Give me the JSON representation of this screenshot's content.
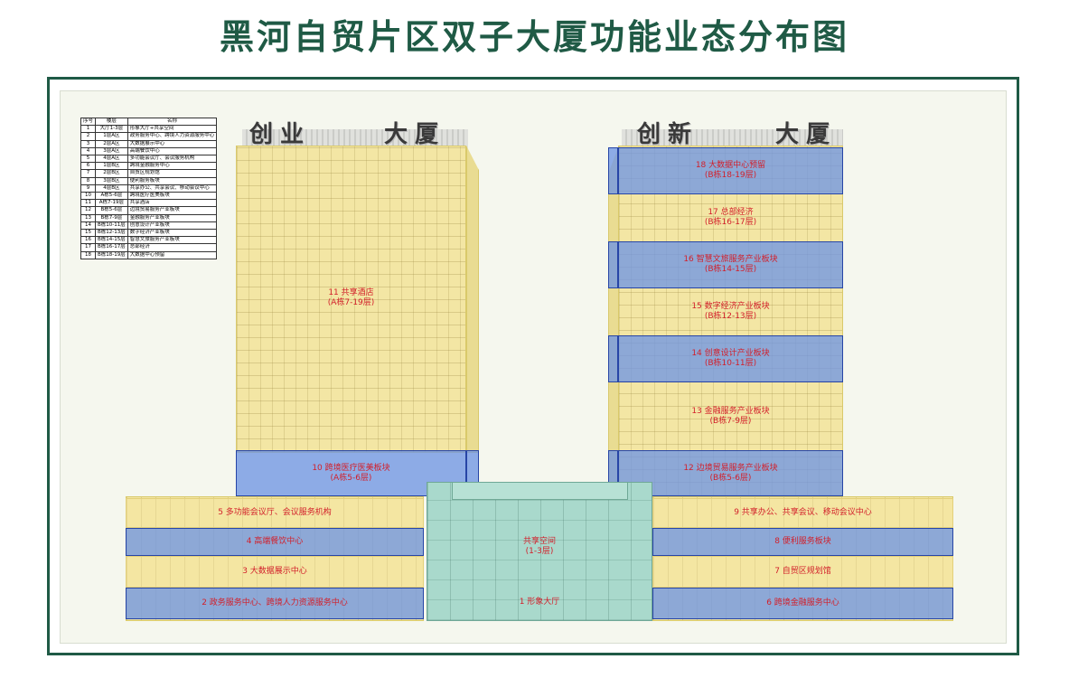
{
  "title": "黑河自贸片区双子大厦功能业态分布图",
  "signs": {
    "a_left": "创业",
    "a_right": "大厦",
    "b_left": "创新",
    "b_right": "大厦"
  },
  "legend": {
    "headers": [
      "序号",
      "楼层",
      "名称"
    ],
    "rows": [
      [
        "1",
        "大厅1-3层",
        "形象大厅+共享空间"
      ],
      [
        "2",
        "1层A区",
        "政务服务中心、跨境人力资源服务中心"
      ],
      [
        "3",
        "2层A区",
        "大数据展示中心"
      ],
      [
        "4",
        "3层A区",
        "高端餐饮中心"
      ],
      [
        "5",
        "4层A区",
        "多功能会议厅、会议服务机构"
      ],
      [
        "6",
        "1层B区",
        "跨境金融服务中心"
      ],
      [
        "7",
        "2层B区",
        "自贸区规划馆"
      ],
      [
        "8",
        "3层B区",
        "便利服务板块"
      ],
      [
        "9",
        "4层B区",
        "共享办公、共享会议、移动会议中心"
      ],
      [
        "10",
        "A栋5-6层",
        "跨境医疗医美板块"
      ],
      [
        "11",
        "A栋7-19层",
        "共享酒店"
      ],
      [
        "12",
        "B栋5-6层",
        "边境贸易服务产业板块"
      ],
      [
        "13",
        "B栋7-9层",
        "金融服务产业板块"
      ],
      [
        "14",
        "B栋10-11层",
        "创意设计产业板块"
      ],
      [
        "15",
        "B栋12-13层",
        "数字经济产业板块"
      ],
      [
        "16",
        "B栋14-15层",
        "智慧文旅服务产业板块"
      ],
      [
        "17",
        "B栋16-17层",
        "总部经济"
      ],
      [
        "18",
        "B栋18-19层",
        "大数据中心预留"
      ]
    ]
  },
  "labels": {
    "a11": {
      "l1": "11 共享酒店",
      "l2": "(A栋7-19层)"
    },
    "a10": {
      "l1": "10 跨境医疗医美板块",
      "l2": "(A栋5-6层)"
    },
    "b18": {
      "l1": "18 大数据中心预留",
      "l2": "(B栋18-19层)"
    },
    "b17": {
      "l1": "17 总部经济",
      "l2": "(B栋16-17层)"
    },
    "b16": {
      "l1": "16 智慧文旅服务产业板块",
      "l2": "(B栋14-15层)"
    },
    "b15": {
      "l1": "15 数字经济产业板块",
      "l2": "(B栋12-13层)"
    },
    "b14": {
      "l1": "14 创意设计产业板块",
      "l2": "(B栋10-11层)"
    },
    "b13": {
      "l1": "13 金融服务产业板块",
      "l2": "(B栋7-9层)"
    },
    "b12": {
      "l1": "12 边境贸易服务产业板块",
      "l2": "(B栋5-6层)"
    },
    "p5": "5 多功能会议厅、会议服务机构",
    "p4": "4 高端餐饮中心",
    "p3": "3 大数据展示中心",
    "p2": "2 政务服务中心、跨境人力资源服务中心",
    "p9": "9 共享办公、共享会议、移动会议中心",
    "p8": "8 便利服务板块",
    "p7": "7 自贸区规划馆",
    "p6": "6 跨境金融服务中心",
    "center": {
      "l1": "共享空间",
      "l2": "(1-3层)"
    },
    "hall": "1 形象大厅"
  },
  "colors": {
    "title": "#1f5a45",
    "label": "#d21f2a",
    "blue_band": "#7096e4",
    "yellow_band": "#f3e6a4",
    "center": "#a9d9cc"
  }
}
